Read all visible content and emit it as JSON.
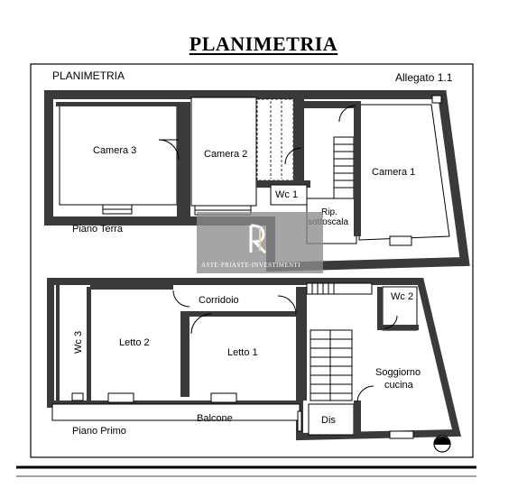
{
  "title": "PLANIMETRIA",
  "frame": {
    "label_left": "PLANIMETRIA",
    "label_right": "Allegato 1.1"
  },
  "ground_floor": {
    "floor_label": "Piano Terra",
    "rooms": {
      "camera3": "Camera 3",
      "camera2": "Camera 2",
      "camera1": "Camera 1",
      "wc1": "Wc 1",
      "rip_line1": "Rip.",
      "rip_line2": "sottoscala"
    }
  },
  "first_floor": {
    "floor_label": "Piano Primo",
    "rooms": {
      "corridoio": "Corridoio",
      "wc2": "Wc 2",
      "wc3": "Wc 3",
      "letto2": "Letto 2",
      "letto1": "Letto 1",
      "soggiorno_line1": "Soggiorno",
      "soggiorno_line2": "cucina",
      "dis": "Dis",
      "balcone": "Balcone"
    }
  },
  "watermark": {
    "text": "ASTE·PRIASTE·INVESTIMENTI",
    "color": "#8c8c8c"
  },
  "colors": {
    "wall": "#3a3a3a",
    "line": "#000000"
  }
}
